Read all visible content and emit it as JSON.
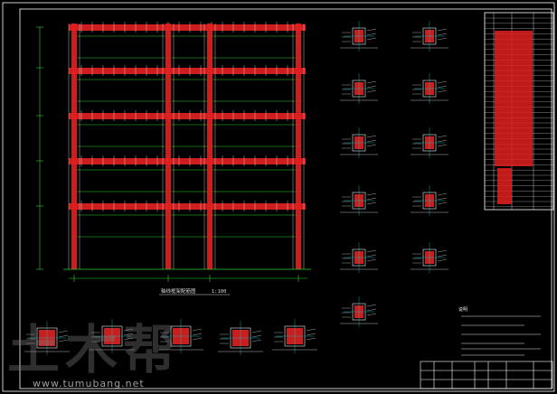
{
  "drawing": {
    "frame_title": "",
    "elevation_caption": "轴线框架配筋图",
    "elevation_scale": "1:100",
    "notes_title": "说明",
    "background": "#000000",
    "frame_color": "#ffffff",
    "beam_color": "#e02020",
    "rebar_color": "#30d030",
    "dim_color": "#00c8c8"
  },
  "watermark": {
    "logo_text": "土木帮",
    "site_url": "www.tumubang.net"
  }
}
